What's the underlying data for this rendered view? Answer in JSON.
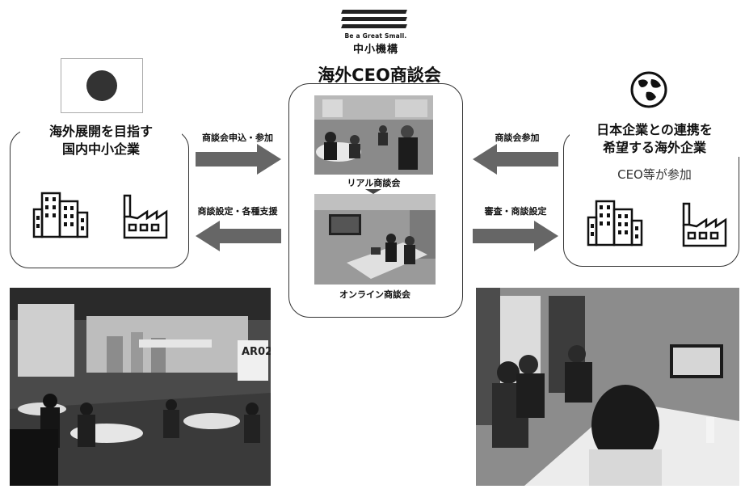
{
  "logo": {
    "tagline": "Be a Great Small.",
    "name": "中小機構"
  },
  "center": {
    "title": "海外CEO商談会",
    "real_caption": "リアル商談会",
    "online_caption": "オンライン商談会"
  },
  "left": {
    "title_line1": "海外展開を目指す",
    "title_line2": "国内中小企業"
  },
  "right": {
    "title_line1": "日本企業との連携を",
    "title_line2": "希望する海外企業",
    "subtitle": "CEO等が参加"
  },
  "arrows": {
    "left_to_center": "商談会申込・参加",
    "center_to_left": "商談設定・各種支援",
    "right_to_center": "商談会参加",
    "center_to_right": "審査・商談設定"
  },
  "photo_left": {
    "sign": "AR02"
  },
  "icons": [
    "logo-icon",
    "japan-flag-icon",
    "globe-icon",
    "building-icon",
    "factory-icon",
    "arrow-right-icon",
    "arrow-left-icon"
  ]
}
